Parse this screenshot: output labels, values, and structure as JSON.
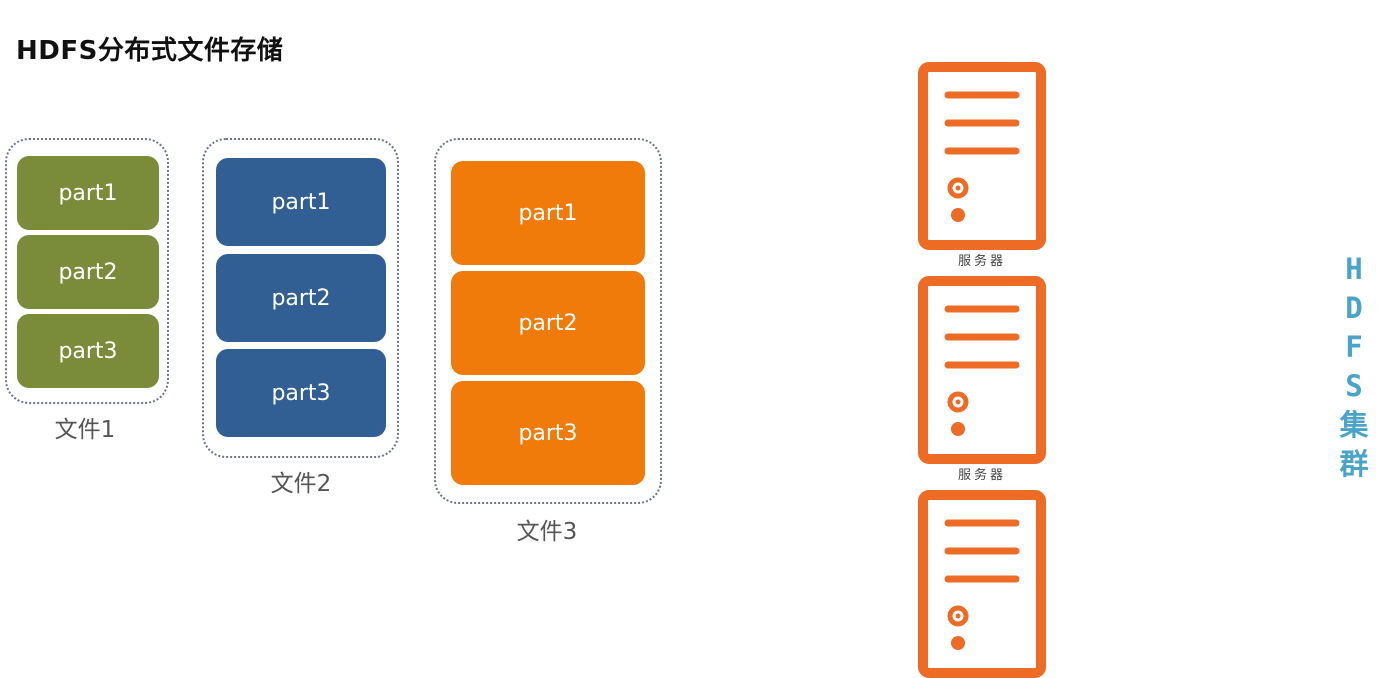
{
  "title": "HDFS分布式文件存储",
  "colors": {
    "file1": "#7a8c3a",
    "file2": "#315f93",
    "file3": "#f07a0a",
    "server": "#ed6b24",
    "cluster_text": "#4aa3c8"
  },
  "files": [
    {
      "label": "文件1",
      "parts": [
        "part1",
        "part2",
        "part3"
      ]
    },
    {
      "label": "文件2",
      "parts": [
        "part1",
        "part2",
        "part3"
      ]
    },
    {
      "label": "文件3",
      "parts": [
        "part1",
        "part2",
        "part3"
      ]
    }
  ],
  "servers": [
    {
      "label": "服务器",
      "icon": "server-icon"
    },
    {
      "label": "服务器",
      "icon": "server-icon"
    },
    {
      "label": "",
      "icon": "server-icon"
    }
  ],
  "cluster_label": [
    "H",
    "D",
    "F",
    "S",
    "集",
    "群"
  ]
}
